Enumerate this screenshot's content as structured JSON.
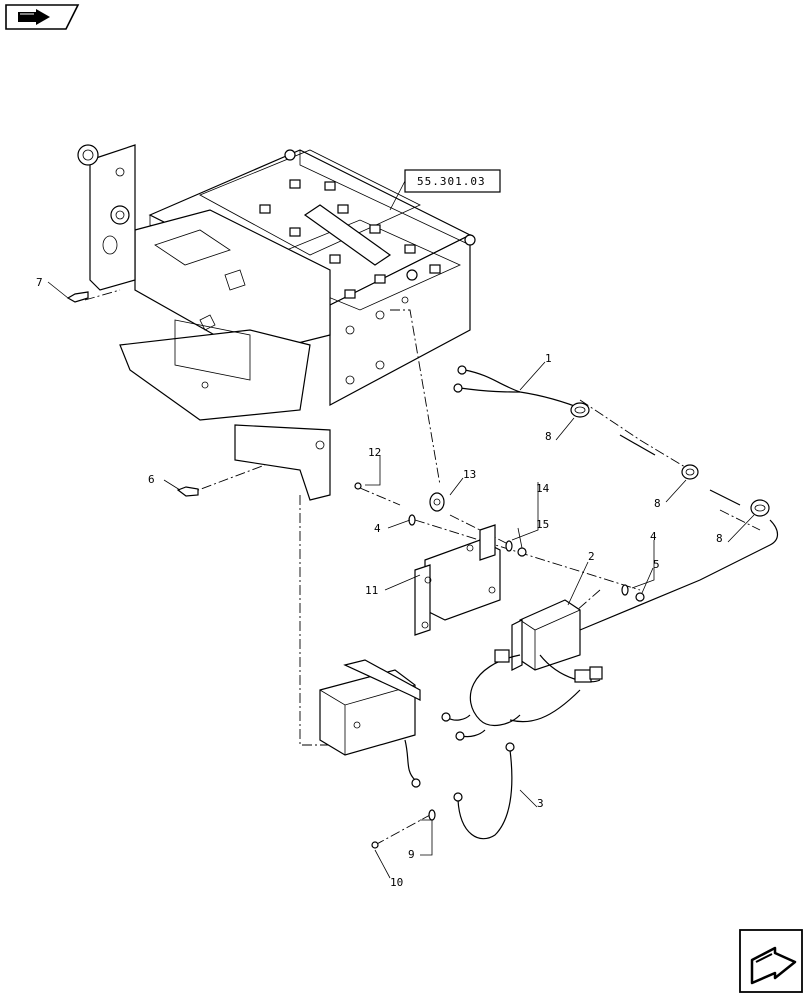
{
  "reference_box": "55.301.03",
  "callouts": {
    "c1": "1",
    "c2": "2",
    "c3": "3",
    "c4a": "4",
    "c4b": "4",
    "c5": "5",
    "c6": "6",
    "c7": "7",
    "c8a": "8",
    "c8b": "8",
    "c8c": "8",
    "c9": "9",
    "c10": "10",
    "c11": "11",
    "c12": "12",
    "c13": "13",
    "c14": "14",
    "c15": "15"
  },
  "icons": {
    "top_left": "book-arrow-icon",
    "bottom_right": "next-page-arrow-icon"
  }
}
